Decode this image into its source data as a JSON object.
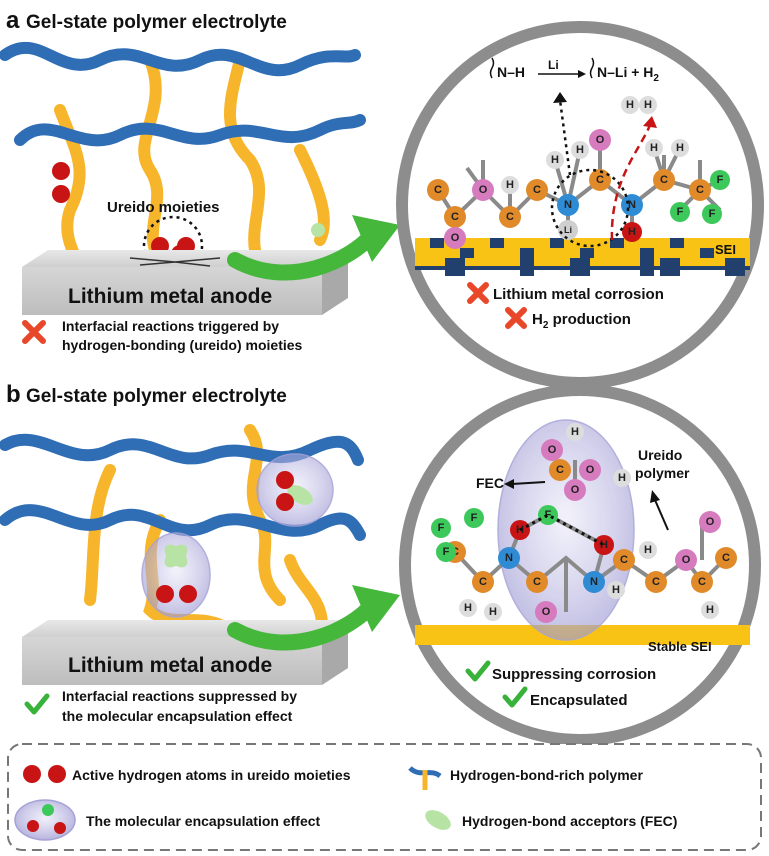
{
  "panel_a": {
    "letter": "a",
    "title": "Gel-state polymer electrolyte",
    "ureido_label": "Ureido moieties",
    "anode_label": "Lithium metal anode",
    "note_line1": "Interfacial reactions triggered by",
    "note_line2": "hydrogen-bonding (ureido) moieties",
    "reaction": {
      "reactant": "N–H",
      "catalyst": "Li",
      "product": "N–Li + H",
      "h2_sub": "2"
    },
    "sei_label": "SEI",
    "issue1": "Lithium metal corrosion",
    "issue2_main": "H",
    "issue2_sub": "2",
    "issue2_rest": " production"
  },
  "panel_b": {
    "letter": "b",
    "title": "Gel-state polymer electrolyte",
    "anode_label": "Lithium metal anode",
    "note_line1": "Interfacial reactions suppressed by",
    "note_line2": "the molecular encapsulation effect",
    "fec_label": "FEC",
    "ureido_label1": "Ureido",
    "ureido_label2": "polymer",
    "sei_label": "Stable SEI",
    "benefit1": "Suppressing corrosion",
    "benefit2": "Encapsulated"
  },
  "legend": {
    "item1": "Active hydrogen atoms in ureido moieties",
    "item2": "Hydrogen-bond-rich polymer",
    "item3": "The molecular encapsulation effect",
    "item4": "Hydrogen-bond acceptors (FEC)"
  },
  "atoms": {
    "C": "C",
    "O": "O",
    "H": "H",
    "N": "N",
    "F": "F",
    "Li": "Li"
  },
  "colors": {
    "polymer_blue": "#2f6db5",
    "polymer_yellow": "#f7b52b",
    "active_h_red": "#c81414",
    "fec_green": "#b7e3a4",
    "arrow_green": "#45b83c",
    "cross_red": "#e8472a",
    "check_green": "#38b23a",
    "sei_navy": "#22406e",
    "sei_yellow": "#f9c315"
  }
}
